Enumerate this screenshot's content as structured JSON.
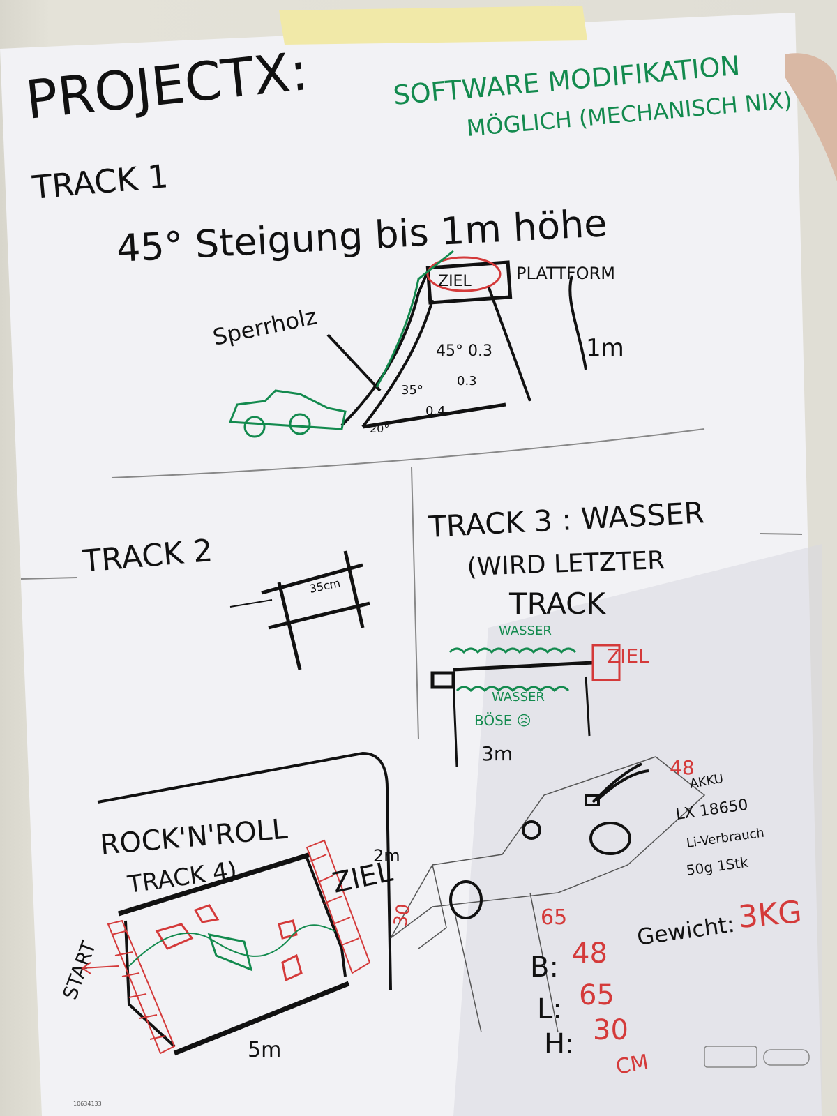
{
  "colors": {
    "paper": "#f4f4f6",
    "ink_black": "#111111",
    "ink_green": "#138a4e",
    "ink_red": "#d43a3a",
    "tape": "#f1e9a8",
    "wall": "#e0ded5"
  },
  "header": {
    "title": "PROJECTX:",
    "note_line1": "SOFTWARE MODIFIKATION",
    "note_line2": "MÖGLICH (MECHANISCH NIX)"
  },
  "track1": {
    "title": "TRACK 1",
    "headline": "45° Steigung bis 1m höhe",
    "material": "Sperrholz",
    "goal": "ZIEL",
    "platform": "PLATTFORM",
    "angle_label_1": "45° 0.3",
    "angle_label_2": "0.3",
    "angle_label_3": "35°",
    "angle_label_4": "0.4",
    "angle_label_5": "20°",
    "height_label": "1m"
  },
  "track2": {
    "title": "TRACK 2",
    "bar_label": "35cm"
  },
  "track3": {
    "title": "TRACK 3 : WASSER",
    "subtitle_1": "(WIRD LETZTER",
    "subtitle_2": "TRACK",
    "water_top": "WASSER",
    "water_bottom": "WASSER",
    "evil": "BÖSE ☹",
    "goal": "ZIEL",
    "length": "3m"
  },
  "track4": {
    "title_1": "ROCK'N'ROLL",
    "title_2": "TRACK 4)",
    "goal": "ZIEL",
    "start": "START",
    "width": "5m",
    "height": "2m"
  },
  "vehicle": {
    "dim_b": "48",
    "dim_l": "65",
    "dim_h": "30",
    "dim_unit": "CM",
    "b_label": "B:",
    "l_label": "L:",
    "h_label": "H:",
    "side_65": "65",
    "side_48": "48",
    "side_30": "30",
    "weight_label": "Gewicht:",
    "weight_value": "3KG",
    "battery_1": "AKKU",
    "battery_2": "LX 18650",
    "battery_3": "Li-Verbrauch",
    "battery_4": "50g 1Stk"
  },
  "footer": {
    "code": "10634133"
  }
}
